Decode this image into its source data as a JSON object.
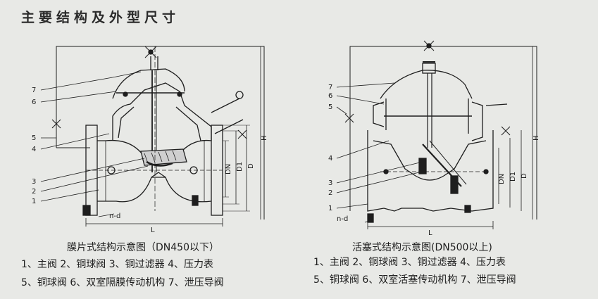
{
  "title": "主要结构及外型尺寸",
  "left_figure": {
    "caption": "膜片式结构示意图（DN450以下）",
    "legend_line1": "1、主阀 2、铜球阀 3、铜过滤器 4、压力表",
    "legend_line2": "5、铜球阀 6、双室隔膜传动机构 7、泄压导阀",
    "callouts": [
      "7",
      "6",
      "5",
      "4",
      "3",
      "2",
      "1"
    ],
    "dims": {
      "h": "H",
      "l": "L",
      "dn": "DN",
      "d1": "D1",
      "d": "D",
      "nd": "n-d"
    }
  },
  "right_figure": {
    "caption": "活塞式结构示意图(DN500以上)",
    "legend_line1": "1、主阀 2、铜球阀 3、铜过滤器 4、压力表",
    "legend_line2": "5、铜球阀 6、双室活塞传动机构 7、泄压导阀",
    "callouts": [
      "7",
      "6",
      "5",
      "4",
      "3",
      "2",
      "1"
    ],
    "dims": {
      "h": "H",
      "l": "L",
      "dn": "DN",
      "d1": "D1",
      "d": "D",
      "nd": "n-d"
    }
  },
  "colors": {
    "background": "#e8e9e6",
    "ink": "#1e1e1e"
  }
}
